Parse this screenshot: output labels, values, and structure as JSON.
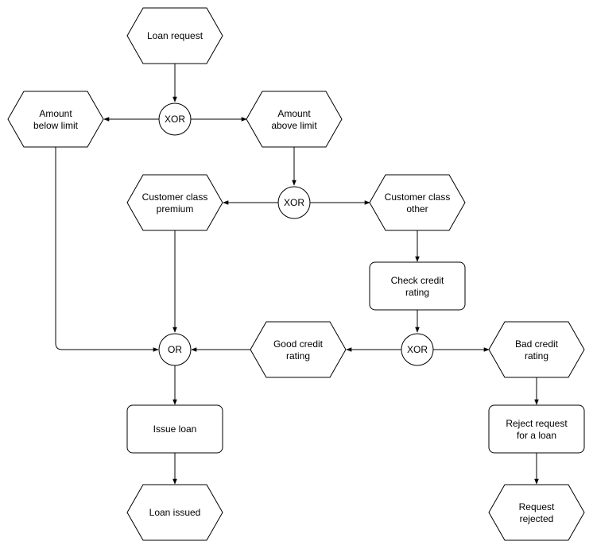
{
  "nodes": {
    "loan_request": {
      "kind": "event",
      "lines": [
        "Loan request"
      ]
    },
    "xor_amount": {
      "kind": "operator",
      "lines": [
        "XOR"
      ]
    },
    "amount_below": {
      "kind": "event",
      "lines": [
        "Amount",
        "below limit"
      ]
    },
    "amount_above": {
      "kind": "event",
      "lines": [
        "Amount",
        "above limit"
      ]
    },
    "xor_class": {
      "kind": "operator",
      "lines": [
        "XOR"
      ]
    },
    "class_premium": {
      "kind": "event",
      "lines": [
        "Customer class",
        "premium"
      ]
    },
    "class_other": {
      "kind": "event",
      "lines": [
        "Customer class",
        "other"
      ]
    },
    "check_credit": {
      "kind": "function",
      "lines": [
        "Check credit",
        "rating"
      ]
    },
    "xor_rating": {
      "kind": "operator",
      "lines": [
        "XOR"
      ]
    },
    "good_rating": {
      "kind": "event",
      "lines": [
        "Good credit",
        "rating"
      ]
    },
    "bad_rating": {
      "kind": "event",
      "lines": [
        "Bad credit",
        "rating"
      ]
    },
    "or_join": {
      "kind": "operator",
      "lines": [
        "OR"
      ]
    },
    "issue_loan": {
      "kind": "function",
      "lines": [
        "Issue loan"
      ]
    },
    "reject_request": {
      "kind": "function",
      "lines": [
        "Reject request",
        "for a loan"
      ]
    },
    "loan_issued": {
      "kind": "event",
      "lines": [
        "Loan issued"
      ]
    },
    "request_rejected": {
      "kind": "event",
      "lines": [
        "Request",
        "rejected"
      ]
    }
  },
  "edges": [
    {
      "from": "loan_request",
      "to": "xor_amount"
    },
    {
      "from": "xor_amount",
      "to": "amount_below"
    },
    {
      "from": "xor_amount",
      "to": "amount_above"
    },
    {
      "from": "amount_above",
      "to": "xor_class"
    },
    {
      "from": "xor_class",
      "to": "class_premium"
    },
    {
      "from": "xor_class",
      "to": "class_other"
    },
    {
      "from": "class_other",
      "to": "check_credit"
    },
    {
      "from": "check_credit",
      "to": "xor_rating"
    },
    {
      "from": "xor_rating",
      "to": "good_rating"
    },
    {
      "from": "xor_rating",
      "to": "bad_rating"
    },
    {
      "from": "good_rating",
      "to": "or_join"
    },
    {
      "from": "class_premium",
      "to": "or_join"
    },
    {
      "from": "amount_below",
      "to": "or_join"
    },
    {
      "from": "or_join",
      "to": "issue_loan"
    },
    {
      "from": "issue_loan",
      "to": "loan_issued"
    },
    {
      "from": "bad_rating",
      "to": "reject_request"
    },
    {
      "from": "reject_request",
      "to": "request_rejected"
    }
  ]
}
